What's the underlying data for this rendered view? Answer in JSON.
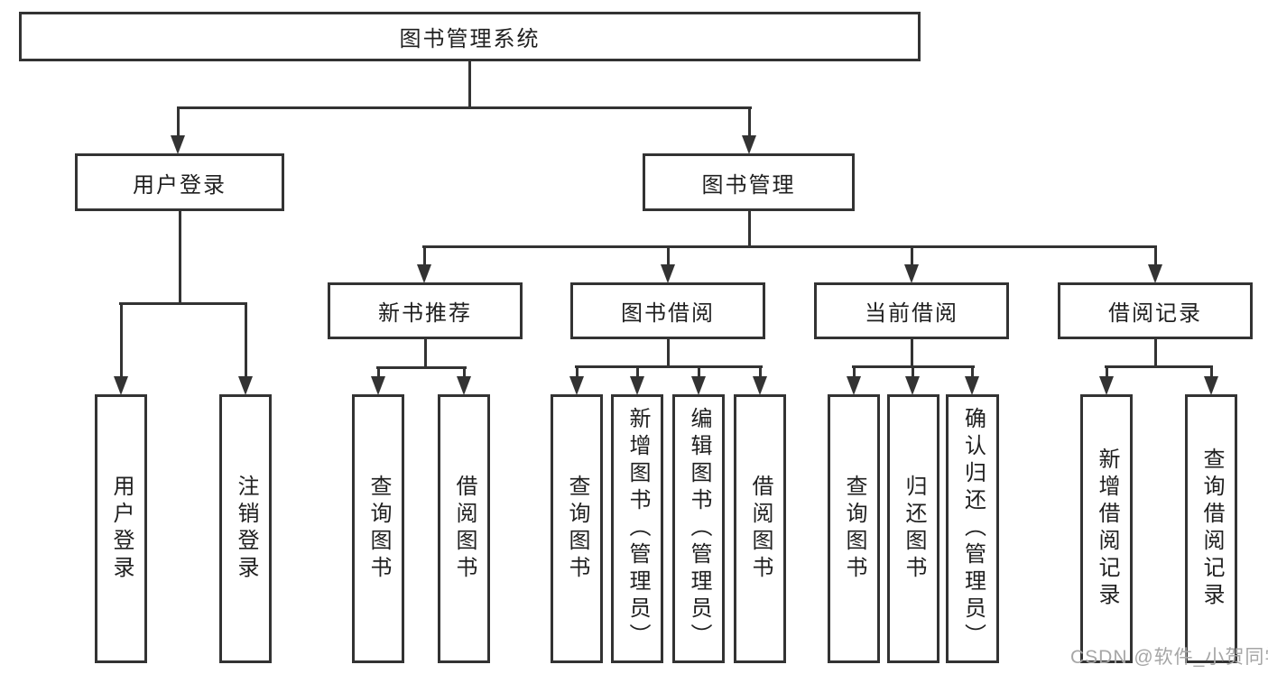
{
  "tree": {
    "root": "图书管理系统",
    "children": [
      {
        "label": "用户登录",
        "children": [
          "用户登录",
          "注销登录"
        ]
      },
      {
        "label": "图书管理",
        "children": [
          {
            "label": "新书推荐",
            "children": [
              "查询图书",
              "借阅图书"
            ]
          },
          {
            "label": "图书借阅",
            "children": [
              "查询图书",
              "新增图书（管理员）",
              "编辑图书（管理员）",
              "借阅图书"
            ]
          },
          {
            "label": "当前借阅",
            "children": [
              "查询图书",
              "归还图书",
              "确认归还（管理员）"
            ]
          },
          {
            "label": "借阅记录",
            "children": [
              "新增借阅记录",
              "查询借阅记录"
            ]
          }
        ]
      }
    ]
  },
  "watermark": "CSDN @软件_小贺同学",
  "colors": {
    "line": "#333333",
    "box_border": "#333333",
    "box_fill": "#ffffff",
    "text": "#1f1f1f",
    "background": "#ffffff",
    "watermark": "#a6a6a6"
  }
}
